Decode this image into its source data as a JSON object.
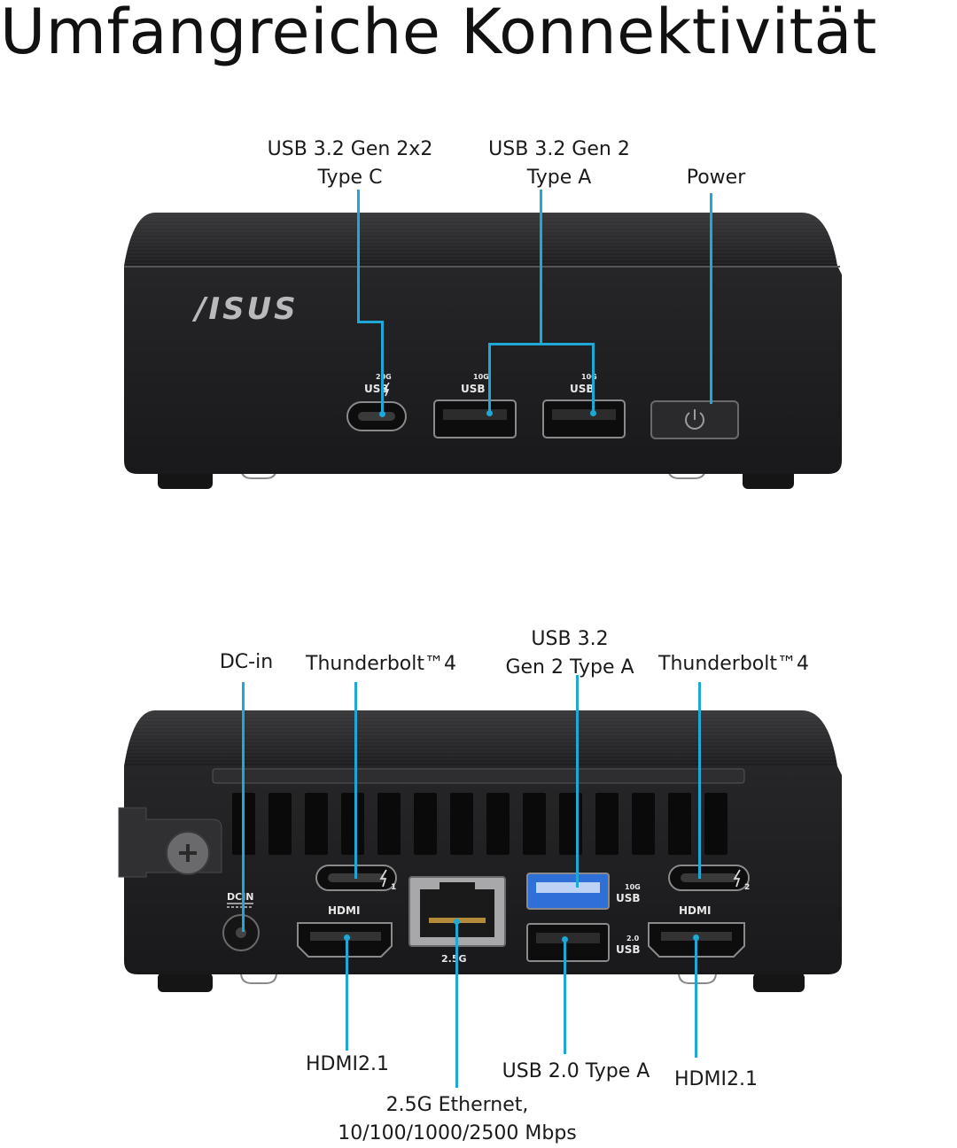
{
  "page": {
    "title": "Umfangreiche Konnektivität"
  },
  "front": {
    "brand": "/ISUS",
    "ports": {
      "usb_c": {
        "line1": "USB 3.2 Gen 2x2",
        "line2": "Type C",
        "speed": "20G",
        "tag": "USB"
      },
      "usb_a": {
        "line1": "USB 3.2 Gen 2",
        "line2": "Type A",
        "speed": "10G",
        "tag": "USB"
      },
      "power": {
        "label": "Power"
      }
    }
  },
  "back": {
    "labels": {
      "dc_in": "DC-in",
      "thunderbolt_left": "Thunderbolt™4",
      "usb32": {
        "line1": "USB 3.2",
        "line2": "Gen 2 Type A"
      },
      "thunderbolt_right": "Thunderbolt™4",
      "hdmi_left": "HDMI2.1",
      "ethernet": {
        "line1": "2.5G Ethernet,",
        "line2": "10/100/1000/2500 Mbps"
      },
      "usb20": "USB 2.0 Type A",
      "hdmi_right": "HDMI2.1"
    },
    "silkscreen": {
      "dcin": "DCIN",
      "hdmi": "HDMI",
      "eth": "2.5G",
      "usb10g": "10G",
      "usb20": "2.0",
      "usb": "USB",
      "tb1": "1",
      "tb2": "2"
    }
  },
  "colors": {
    "accent_line": "#1da8d8",
    "chassis": "#1c1c1e",
    "usb3_blue": "#2f6fd8"
  },
  "icons": [
    "power-icon",
    "thunderbolt-icon",
    "screw-icon"
  ]
}
